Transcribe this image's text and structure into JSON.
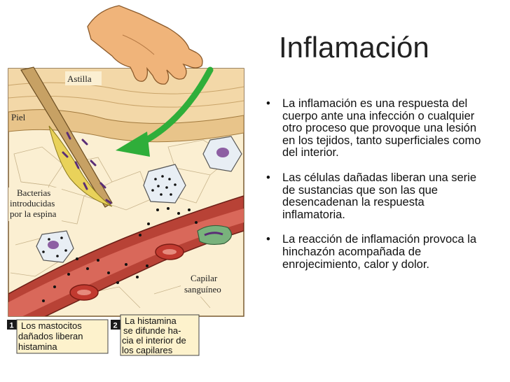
{
  "title": "Inflamación",
  "bullets": [
    "La inflamación es una respuesta del cuerpo ante una infección o cualquier otro proceso que provoque una lesión en los tejidos, tanto superficiales como del interior.",
    "Las células dañadas liberan una serie de sustancias que son las que desencadenan la respuesta inflamatoria.",
    "La reacción de inflamación provoca la hinchazón acompañada de enrojecimiento, calor y dolor."
  ],
  "bullet_symbol": "•",
  "figure": {
    "labels": {
      "astilla": "Astilla",
      "piel": "Piel",
      "bacterias_1": "Bacterias",
      "bacterias_2": "introducidas",
      "bacterias_3": "por la espina",
      "capilar_1": "Capilar",
      "capilar_2": "sanguíneo"
    },
    "steps": [
      {
        "number": "1",
        "lines": [
          "Los mastocitos",
          "dañados liberan",
          "histamina"
        ]
      },
      {
        "number": "2",
        "lines": [
          "La histamina",
          "se difunde ha-",
          "cia el interior de",
          "los capilares"
        ]
      }
    ],
    "colors": {
      "skin": "#e8c48a",
      "tissue": "#fbefd2",
      "vessel": "#b84236",
      "plasma": "#d9685a",
      "arrow": "#2fae3a",
      "splinter": "#e9d25a",
      "cell_fill": "#e8eef4",
      "nucleus": "#8d5fa3"
    }
  }
}
